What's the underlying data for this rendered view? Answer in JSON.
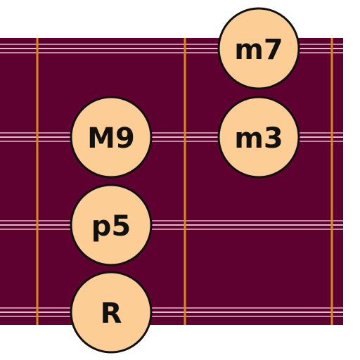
{
  "diagram": {
    "colors": {
      "fretboard": "#5e0030",
      "string": "#e2bccb",
      "fret": "#d98a1c",
      "dot_fill": "#fdcd96",
      "dot_stroke": "#111111",
      "label": "#111111"
    },
    "strings": 4,
    "frets": [
      1,
      2,
      3
    ],
    "notes": [
      {
        "label": "m7",
        "string": 1,
        "fret": 3
      },
      {
        "label": "m3",
        "string": 2,
        "fret": 3
      },
      {
        "label": "M9",
        "string": 2,
        "fret": 1
      },
      {
        "label": "p5",
        "string": 3,
        "fret": 1
      },
      {
        "label": "R",
        "string": 4,
        "fret": 1
      }
    ]
  }
}
